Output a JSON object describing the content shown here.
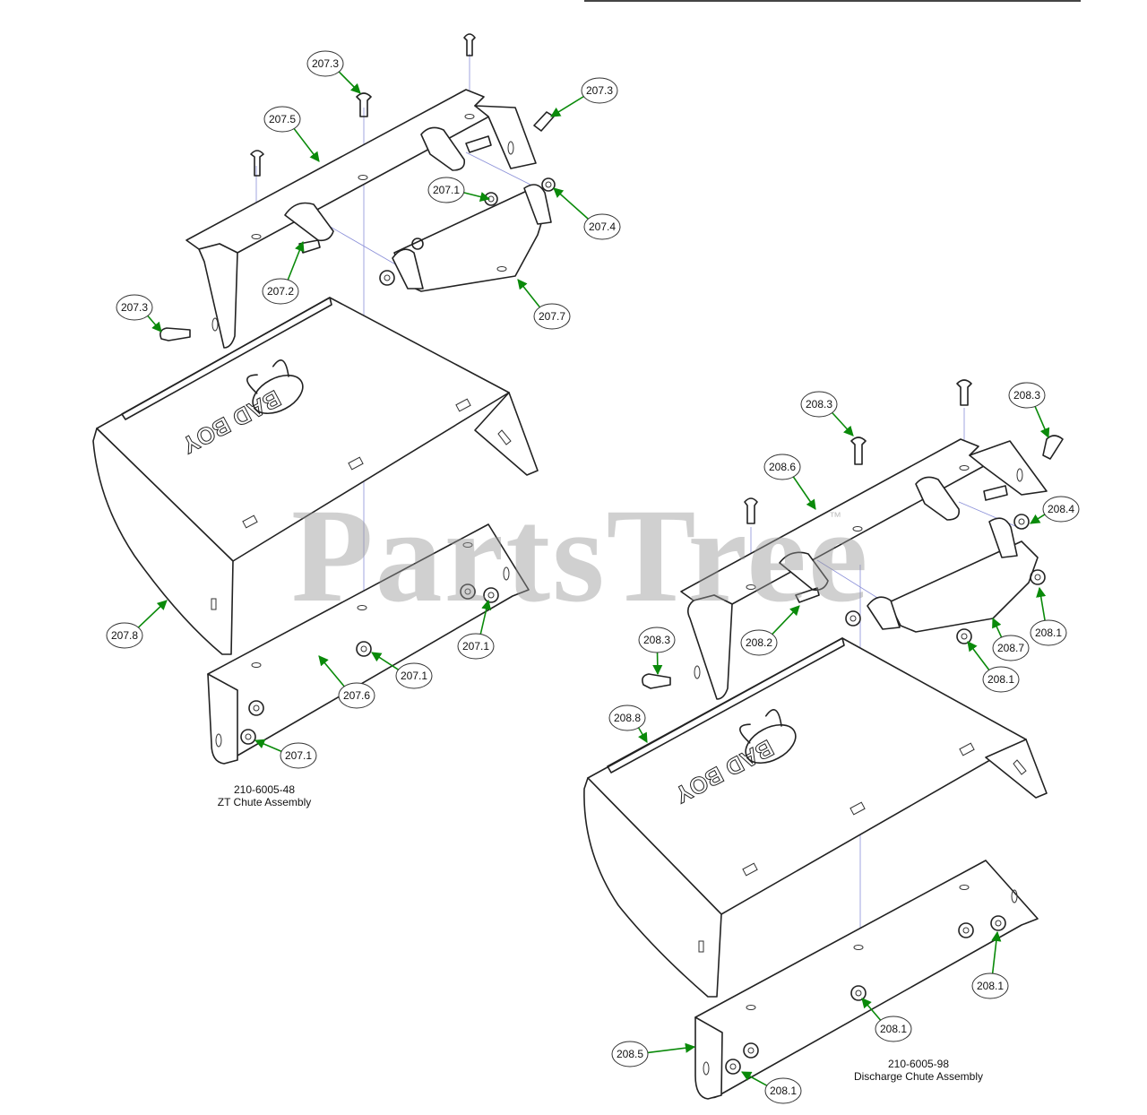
{
  "watermark": {
    "text": "PartsTree",
    "tm": "™"
  },
  "logo_text": "BAD BOY",
  "assemblies": [
    {
      "part_number": "210-6005-48",
      "name": "ZT Chute Assembly",
      "callouts": [
        {
          "label": "207.3"
        },
        {
          "label": "207.5"
        },
        {
          "label": "207.3"
        },
        {
          "label": "207.1"
        },
        {
          "label": "207.4"
        },
        {
          "label": "207.2"
        },
        {
          "label": "207.7"
        },
        {
          "label": "207.3"
        },
        {
          "label": "207.8"
        },
        {
          "label": "207.1"
        },
        {
          "label": "207.1"
        },
        {
          "label": "207.6"
        },
        {
          "label": "207.1"
        }
      ]
    },
    {
      "part_number": "210-6005-98",
      "name": "Discharge Chute Assembly",
      "callouts": [
        {
          "label": "208.3"
        },
        {
          "label": "208.3"
        },
        {
          "label": "208.6"
        },
        {
          "label": "208.4"
        },
        {
          "label": "208.2"
        },
        {
          "label": "208.1"
        },
        {
          "label": "208.3"
        },
        {
          "label": "208.7"
        },
        {
          "label": "208.1"
        },
        {
          "label": "208.8"
        },
        {
          "label": "208.1"
        },
        {
          "label": "208.1"
        },
        {
          "label": "208.5"
        },
        {
          "label": "208.1"
        }
      ]
    }
  ]
}
